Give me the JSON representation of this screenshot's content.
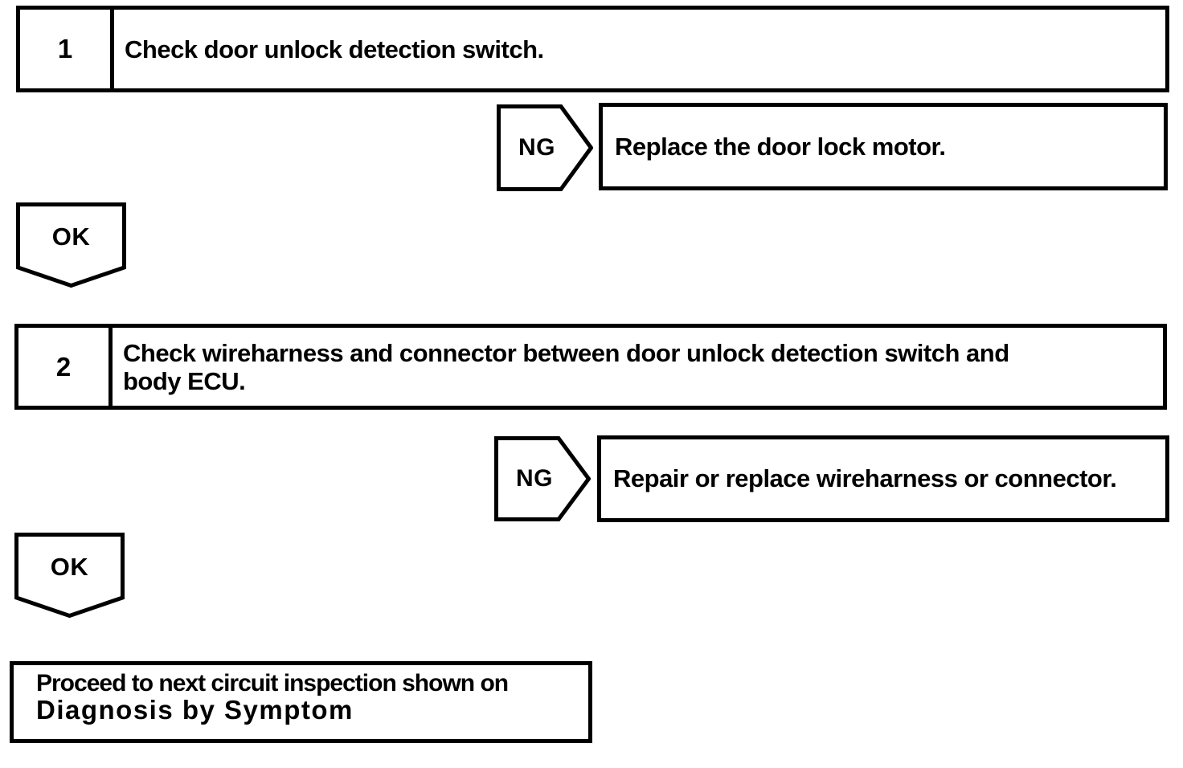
{
  "document": {
    "background_color": "#ffffff",
    "ink_color": "#000000",
    "kind": "troubleshooting-flowchart"
  },
  "flowchart": {
    "steps": [
      {
        "number": "1",
        "instruction_lines": [
          "Check door unlock detection switch."
        ],
        "ng": {
          "label": "NG",
          "action": "Replace the door lock motor."
        },
        "ok": {
          "label": "OK"
        }
      },
      {
        "number": "2",
        "instruction_lines": [
          "Check wireharness and connector between door unlock detection switch and",
          "body ECU."
        ],
        "ng": {
          "label": "NG",
          "action": "Repair or replace wireharness or connector."
        },
        "ok": {
          "label": "OK"
        }
      }
    ],
    "result": {
      "lines": [
        "Proceed to next circuit inspection shown on",
        "Diagnosis by Symptom"
      ]
    }
  }
}
